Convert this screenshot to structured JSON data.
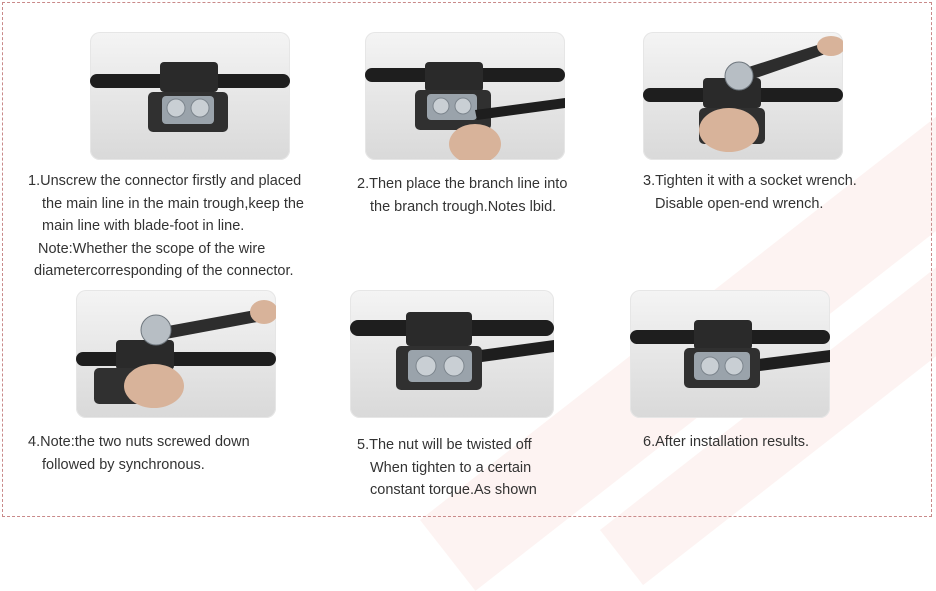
{
  "steps": [
    {
      "lines": [
        "1.Unscrew the connector firstly and placed",
        "the main line in the main trough,keep the",
        "main line with blade-foot in line.",
        "Note:Whether the scope of the wire",
        "diametercorresponding of the connector."
      ]
    },
    {
      "lines": [
        "2.Then place the branch line into",
        "the branch trough.Notes lbid."
      ]
    },
    {
      "lines": [
        "3.Tighten it with a socket wrench.",
        "Disable open-end wrench."
      ]
    },
    {
      "lines": [
        "4.Note:the two nuts screwed down",
        "followed by synchronous."
      ]
    },
    {
      "lines": [
        "5.The nut will be twisted off",
        "When tighten to a certain",
        "constant torque.As shown"
      ]
    },
    {
      "lines": [
        "6.After installation results."
      ]
    }
  ],
  "colors": {
    "border": "#c98a8a",
    "watermark": "#fbe9e7",
    "text": "#333333"
  }
}
